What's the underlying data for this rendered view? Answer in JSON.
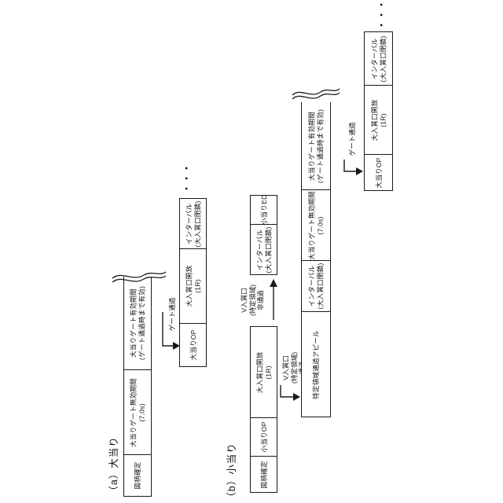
{
  "figure": {
    "colors": {
      "line": "#1a1a1a",
      "background": "#ffffff"
    },
    "a": {
      "label": "（a）大当り",
      "bar1": {
        "segments": [
          {
            "line1": "図柄確定"
          },
          {
            "line1": "大当りゲート無効期間",
            "line2": "(7.0s)"
          },
          {
            "line1": "大当りゲート有効期間",
            "line2": "(ゲート通過時まで有効)"
          }
        ]
      },
      "gate_pass": "ゲート通過",
      "bar2": {
        "segments": [
          {
            "line1": "大当りOP"
          },
          {
            "line1": "大入賞口開放",
            "line2": "(1R)"
          },
          {
            "line1": "インターバル",
            "line2": "(大入賞口閉鎖)"
          }
        ]
      },
      "continuation": "・・・"
    },
    "b": {
      "label": "（b）小当り",
      "bar1": {
        "segments": [
          {
            "line1": "図柄確定"
          },
          {
            "line1": "小当りOP"
          },
          {
            "line1": "大入賞口開放",
            "line2": "(1R)"
          }
        ]
      },
      "v_pass": {
        "line1": "V入賞口",
        "line2": "(特定領域)",
        "line3": "通過"
      },
      "v_nopass": {
        "line1": "V入賞口",
        "line2": "(特定領域)",
        "line3": "非通過"
      },
      "bar1b": {
        "segments": [
          {
            "line1": "インターバル",
            "line2": "(大入賞口閉鎖)"
          },
          {
            "line1": "小当りED"
          }
        ]
      },
      "bar2": {
        "segments": [
          {
            "line1": "特定領域通過アピール"
          },
          {
            "line1": "インターバル",
            "line2": "(大入賞口閉鎖)"
          },
          {
            "line1": "大当りゲート無効期間",
            "line2": "(7.0s)"
          },
          {
            "line1": "大当りゲート有効期間",
            "line2": "(ゲート通過時まで有効)"
          }
        ]
      },
      "gate_pass": "ゲート通過",
      "bar3": {
        "segments": [
          {
            "line1": "大当りOP"
          },
          {
            "line1": "大入賞口開放",
            "line2": "(1R)"
          },
          {
            "line1": "インターバル",
            "line2": "(大入賞口閉鎖)"
          }
        ]
      },
      "continuation": "・・・"
    }
  }
}
